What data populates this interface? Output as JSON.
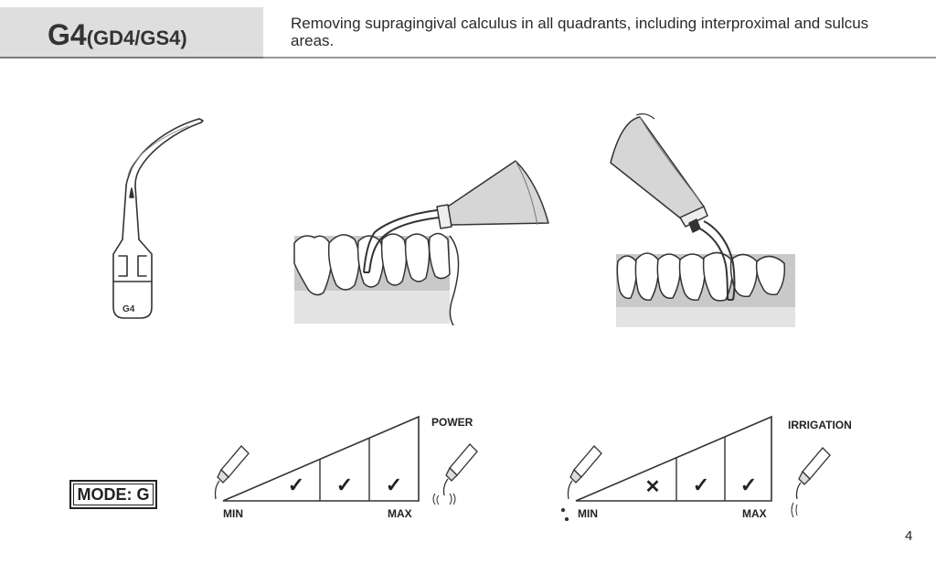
{
  "header": {
    "title_main": "G4",
    "title_sub": "(GD4/GS4)",
    "description": "Removing supragingival calculus in all quadrants, including interproximal and sulcus areas."
  },
  "tip": {
    "label": "G4"
  },
  "mode": {
    "label": "MODE: G"
  },
  "power_scale": {
    "label": "POWER",
    "min_label": "MIN",
    "max_label": "MAX",
    "marks": [
      "✓",
      "✓",
      "✓"
    ]
  },
  "irrigation_scale": {
    "label": "IRRIGATION",
    "min_label": "MIN",
    "max_label": "MAX",
    "marks": [
      "✕",
      "✓",
      "✓"
    ]
  },
  "page": {
    "number": "4"
  }
}
